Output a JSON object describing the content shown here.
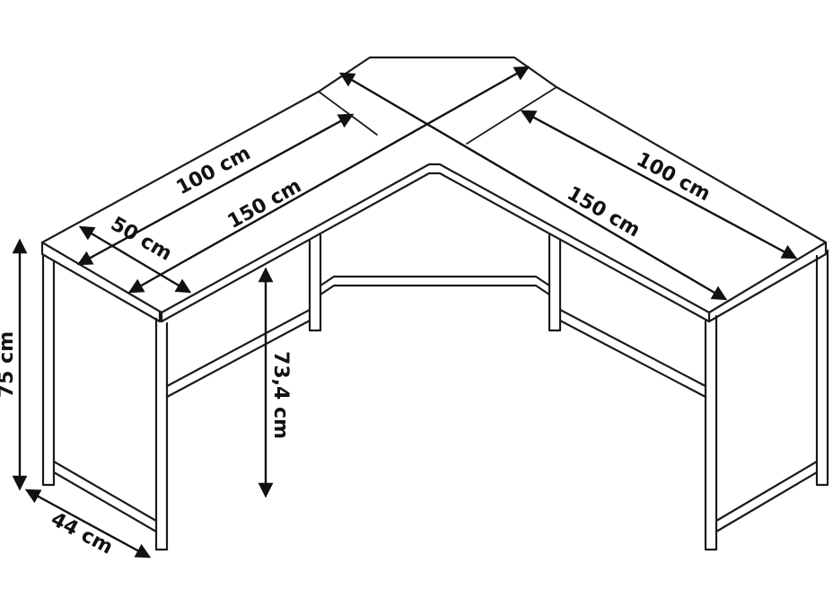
{
  "dimensions": {
    "left_wing_length_outer": "100 cm",
    "left_wing_length_inner": "150 cm",
    "left_wing_depth": "50 cm",
    "right_wing_length_outer": "100 cm",
    "right_wing_length_inner": "150 cm",
    "total_height": "75 cm",
    "leg_clearance": "73,4 cm",
    "frame_depth": "44 cm"
  },
  "colors": {
    "line": "#1a1a1a",
    "background": "#ffffff"
  }
}
